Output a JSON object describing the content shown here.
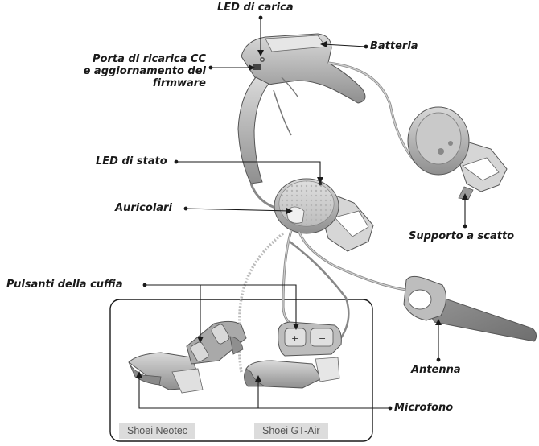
{
  "labels": {
    "charging_led": "LED di carica",
    "battery": "Batteria",
    "dc_port_line1": "Porta di ricarica CC",
    "dc_port_line2": "e aggiornamento del",
    "dc_port_line3": "firmware",
    "status_led": "LED di stato",
    "earphones": "Auricolari",
    "clip_mount": "Supporto a scatto",
    "headset_buttons": "Pulsanti della cuffia",
    "antenna": "Antenna",
    "microphone": "Microfono"
  },
  "variants": {
    "left": "Shoei Neotec",
    "right": "Shoei GT-Air"
  },
  "colors": {
    "line": "#1a1a1a",
    "device_dark": "#7b7b7b",
    "device_mid": "#a9a9a9",
    "device_light": "#d2d2d2"
  }
}
